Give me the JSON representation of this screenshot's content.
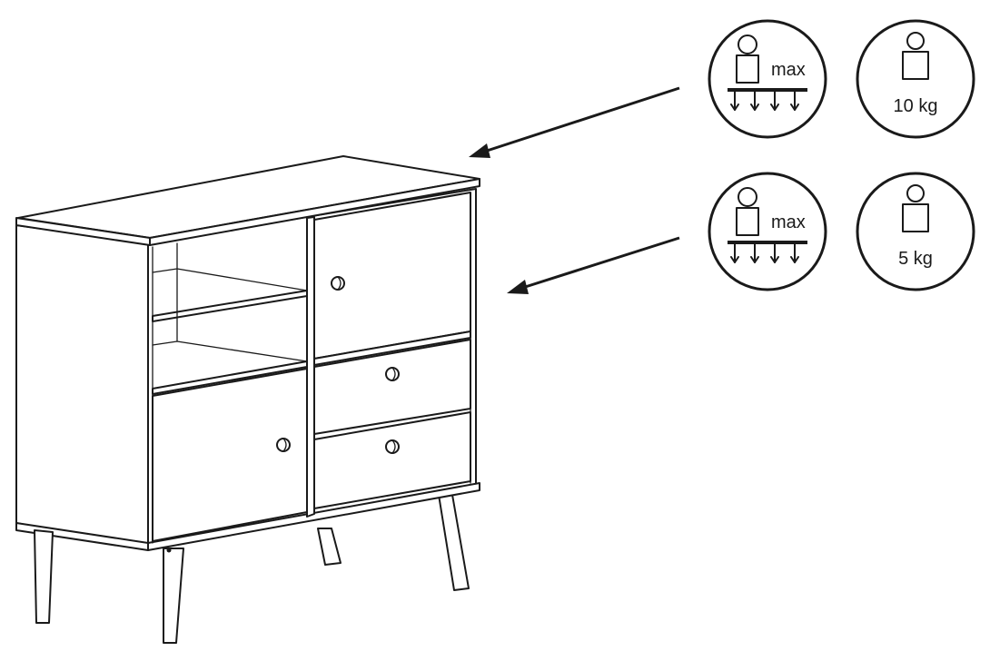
{
  "colors": {
    "ink": "#1a1a1a",
    "background": "#ffffff"
  },
  "load_limits": [
    {
      "target": "top-surface",
      "max_label": "max",
      "weight_label": "10 kg"
    },
    {
      "target": "shelf",
      "max_label": "max",
      "weight_label": "5 kg"
    }
  ],
  "icons": [
    "max-load-icon",
    "person-weight-icon",
    "arrow-icon",
    "cabinet-illustration"
  ]
}
